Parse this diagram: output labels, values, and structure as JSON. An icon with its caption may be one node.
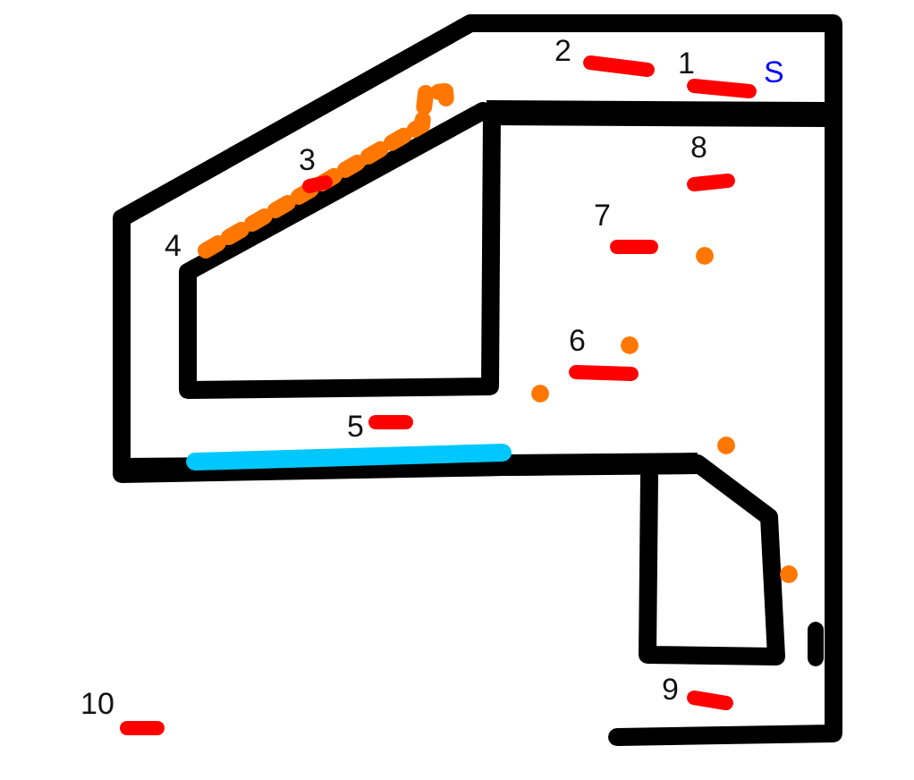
{
  "diagram": {
    "labels": [
      "2",
      "1",
      "S",
      "8",
      "3",
      "7",
      "4",
      "6",
      "5",
      "9",
      "10"
    ]
  }
}
